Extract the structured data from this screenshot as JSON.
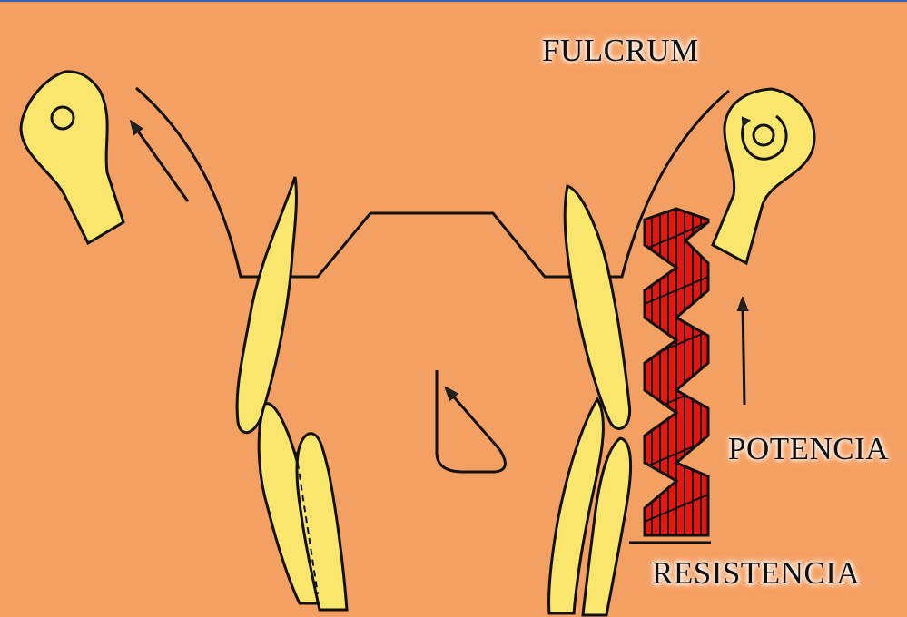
{
  "labels": {
    "fulcrum": "FULCRUM",
    "potencia": "POTENCIA",
    "resistencia": "RESISTENCIA"
  },
  "colors": {
    "background": "#F5A063",
    "bone": "#FAE66C",
    "muscle": "#E8140F",
    "stroke": "#111111"
  }
}
